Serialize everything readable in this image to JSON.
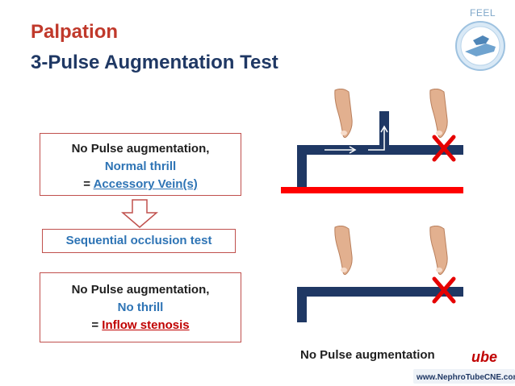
{
  "corner": {
    "label": "FEEL"
  },
  "title": {
    "line1": "Palpation",
    "line2": "3-Pulse Augmentation Test"
  },
  "box1": {
    "line1": "No Pulse augmentation,",
    "line2": "Normal thrill",
    "line3_prefix": "= ",
    "line3_link": "Accessory Vein(s)"
  },
  "box2": {
    "text": "Sequential occlusion test"
  },
  "box3": {
    "line1": "No Pulse augmentation,",
    "line2": "No thrill",
    "line3_prefix": "= ",
    "line3_link": "Inflow stenosis"
  },
  "caption": "No Pulse augmentation",
  "watermark": {
    "brand": "ube",
    "url": "www.NephroTubeCNE.com"
  },
  "colors": {
    "red": "#c00000",
    "navy": "#1f3864",
    "blue": "#2e74b5",
    "box_border": "#c0504d"
  }
}
